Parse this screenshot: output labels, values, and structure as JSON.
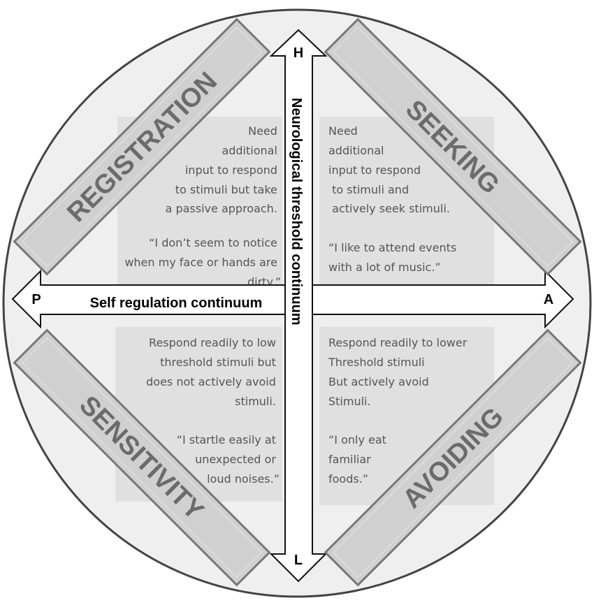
{
  "axes": {
    "vertical_label": "Neurological threshold continuum",
    "horizontal_label": "Self regulation continuum",
    "top": "H",
    "bottom": "L",
    "left": "P",
    "right": "A"
  },
  "quadrants": [
    {
      "banner": "REGISTRATION",
      "lines": [
        "Need",
        "additional",
        "input to respond",
        "to stimuli but take",
        "a passive approach.",
        "",
        "“I don’t seem to notice",
        "when my face or hands are",
        "dirty.”"
      ]
    },
    {
      "banner": "SEEKING",
      "lines": [
        "Need",
        "additional",
        "input to respond",
        " to stimuli and",
        " actively seek stimuli.",
        "",
        "“I like to attend events",
        "with a lot of music.”"
      ]
    },
    {
      "banner": "SENSITIVITY",
      "lines": [
        "Respond readily to low",
        "threshold stimuli but",
        "does not actively avoid",
        "stimuli.",
        "",
        "“I startle easily at",
        "unexpected or",
        "loud noises.”"
      ]
    },
    {
      "banner": "AVOIDING",
      "lines": [
        "Respond readily to lower",
        "Threshold stimuli",
        "But actively avoid",
        "Stimuli.",
        "",
        "“I only eat",
        "familiar",
        "foods.”"
      ]
    }
  ],
  "colors": {
    "circle": "#efefef",
    "panel": "#e0e0e0",
    "banner": "#d0d0d0",
    "banner_text": "#6b6b6b"
  }
}
